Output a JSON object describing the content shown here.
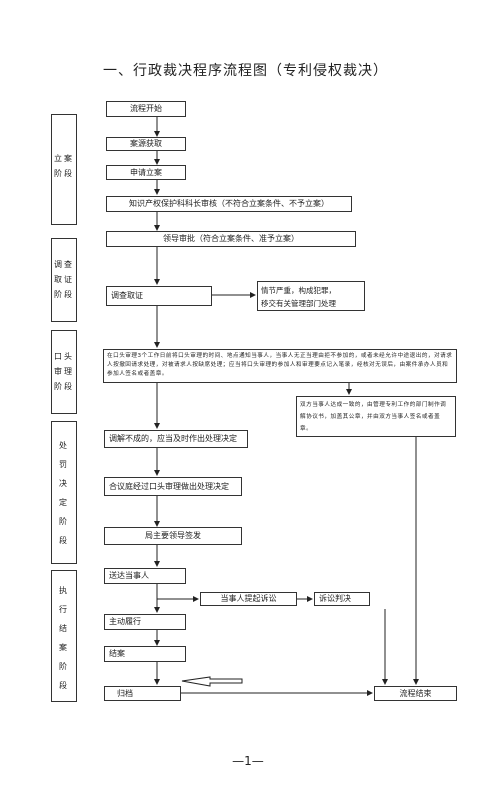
{
  "title": "一、行政裁决程序流程图（专利侵权裁决）",
  "stages": {
    "s1": [
      "立案",
      "阶段"
    ],
    "s2": [
      "调查",
      "取证",
      "阶段"
    ],
    "s3": [
      "口头",
      "审理",
      "阶段"
    ],
    "s4": [
      "处",
      "罚",
      "决",
      "定",
      "阶",
      "段"
    ],
    "s5": [
      "执",
      "行",
      "结",
      "案",
      "阶",
      "段"
    ]
  },
  "boxes": {
    "start": "流程开始",
    "source": "案源获取",
    "apply": "申请立案",
    "review": "知识产权保护科科长审核（不符合立案条件、不予立案）",
    "approve": "领导审批（符合立案条件、准予立案）",
    "investigate": "调查取证",
    "serious_1": "情节严重，构成犯罪，",
    "serious_2": "移交有关管理部门处理",
    "hearing": "在口头审理3个工作日前将口头审理的时间、地点通知当事人，当事人无正当理由拒不参加的，或者未经允许中途退出的，对请求人按撤回请求处理，对被请求人按缺席处理；应当将口头审理的参加人和审理要点记入笔录，经核对无误后，由案件承办人员和参加人签名或者盖章。",
    "settle": "双方当事人达成一致的，由管理专利工作的部门制作调解协议书，加盖其公章，并由双方当事人签名或者盖章。",
    "mediate_fail": "调解不成的，应当及时作出处理决定",
    "collegial": "合议庭经过口头审理做出处理决定",
    "leader_sign": "局主要领导签发",
    "deliver": "送达当事人",
    "lawsuit": "当事人提起诉讼",
    "court": "诉讼判决",
    "perform": "主动履行",
    "close": "结案",
    "archive": "归档",
    "end": "流程结束"
  },
  "page_number": "—1—"
}
